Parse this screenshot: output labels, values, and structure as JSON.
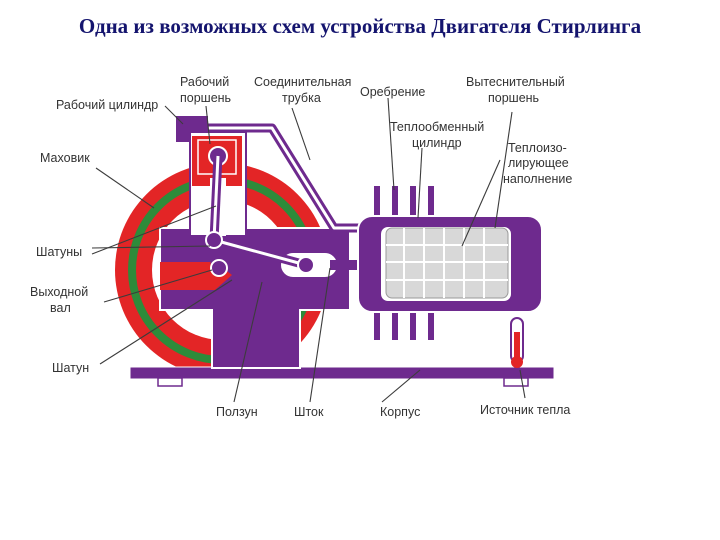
{
  "title": "Одна из возможных схем устройства Двигателя Стирлинга",
  "labels": {
    "rabochiy_porshen_1": "Рабочий",
    "rabochiy_porshen_2": "поршень",
    "soedinitelnaya_1": "Соединительная",
    "soedinitelnaya_2": "трубка",
    "vytesnitelny_1": "Вытеснительный",
    "vytesnitelny_2": "поршень",
    "rabochiy_cilindr": "Рабочий цилиндр",
    "orebrenie": "Оребрение",
    "teploobmenny_1": "Теплообменный",
    "teploobmenny_2": "цилиндр",
    "teploizo_1": "Теплоизо-",
    "teploizo_2": "лирующее",
    "teploizo_3": "наполнение",
    "mahovik": "Маховик",
    "shatuny": "Шатуны",
    "vyhodnoy_1": "Выходной",
    "vyhodnoy_2": "вал",
    "shatun": "Шатун",
    "polzun": "Ползун",
    "shtok": "Шток",
    "korpus": "Корпус",
    "istochnik": "Источник тепла"
  },
  "colors": {
    "title": "#14146e",
    "body": "#6e2a8e",
    "red": "#e32526",
    "green": "#2e8b3a",
    "grey": "#d8d8d8",
    "outline": "#ffffff"
  }
}
